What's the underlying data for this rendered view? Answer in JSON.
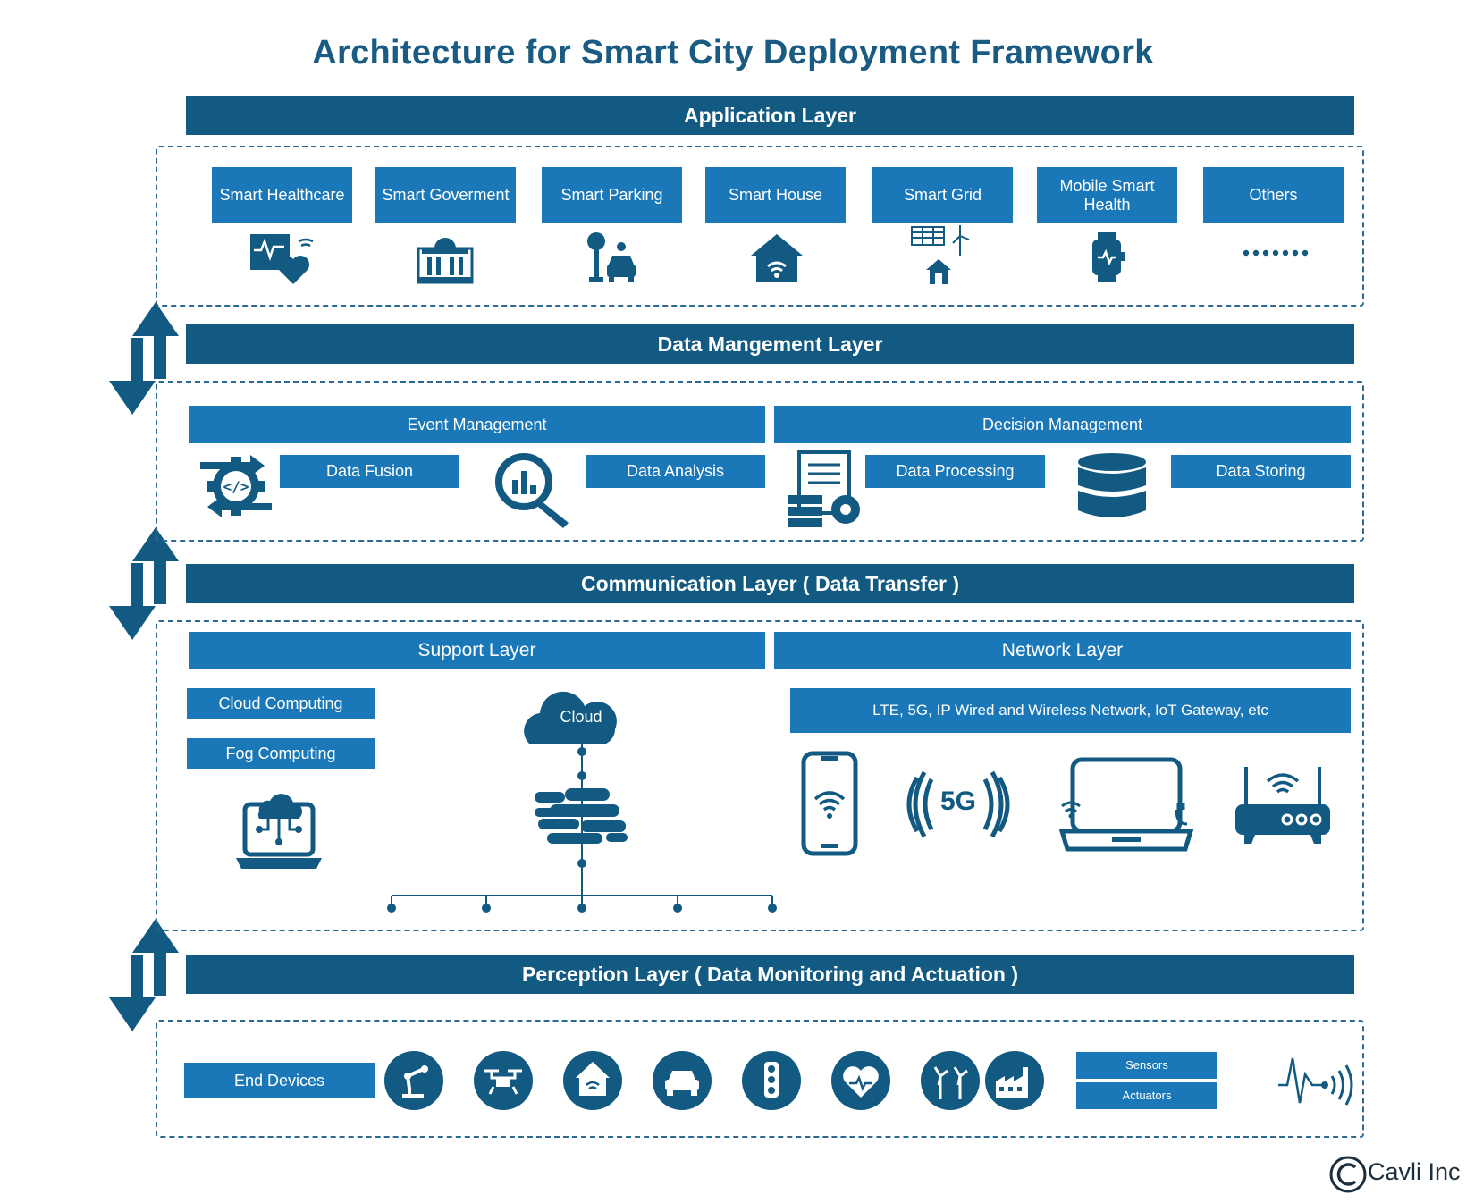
{
  "title": "Architecture for Smart City Deployment  Framework",
  "layers": {
    "application": "Application Layer",
    "data_management": "Data Mangement Layer",
    "communication": "Communication Layer ( Data Transfer )",
    "perception": "Perception Layer ( Data Monitoring and Actuation )"
  },
  "applications": [
    {
      "label": "Smart Healthcare",
      "icon": "healthcare-monitor-icon"
    },
    {
      "label": "Smart Goverment",
      "icon": "government-building-icon"
    },
    {
      "label": "Smart Parking",
      "icon": "parking-icon"
    },
    {
      "label": "Smart House",
      "icon": "smart-house-icon"
    },
    {
      "label": "Smart Grid",
      "icon": "smart-grid-icon"
    },
    {
      "label": "Mobile Smart Health",
      "icon": "smartwatch-icon"
    },
    {
      "label": "Others",
      "icon": "ellipsis-icon"
    }
  ],
  "data_management": {
    "event_management": "Event Management",
    "decision_management": "Decision Management",
    "data_fusion": "Data Fusion",
    "data_analysis": "Data Analysis",
    "data_processing": "Data Processing",
    "data_storing": "Data Storing"
  },
  "communication": {
    "support_layer": "Support Layer",
    "network_layer": "Network Layer",
    "cloud_computing": "Cloud Computing",
    "fog_computing": "Fog Computing",
    "cloud": "Cloud",
    "network_desc": "LTE, 5G, IP Wired and Wireless Network, IoT Gateway, etc",
    "five_g": "5G"
  },
  "perception": {
    "end_devices": "End Devices",
    "sensors": "Sensors",
    "actuators": "Actuators",
    "device_icons": [
      "robot-arm-icon",
      "drone-icon",
      "smart-home-icon",
      "car-icon",
      "traffic-light-icon",
      "heart-rate-icon",
      "wind-turbine-icon",
      "factory-icon"
    ]
  },
  "brand": "Cavli Inc",
  "colors": {
    "dark_band": "#125a82",
    "box": "#1a78b8",
    "title": "#195b82"
  }
}
